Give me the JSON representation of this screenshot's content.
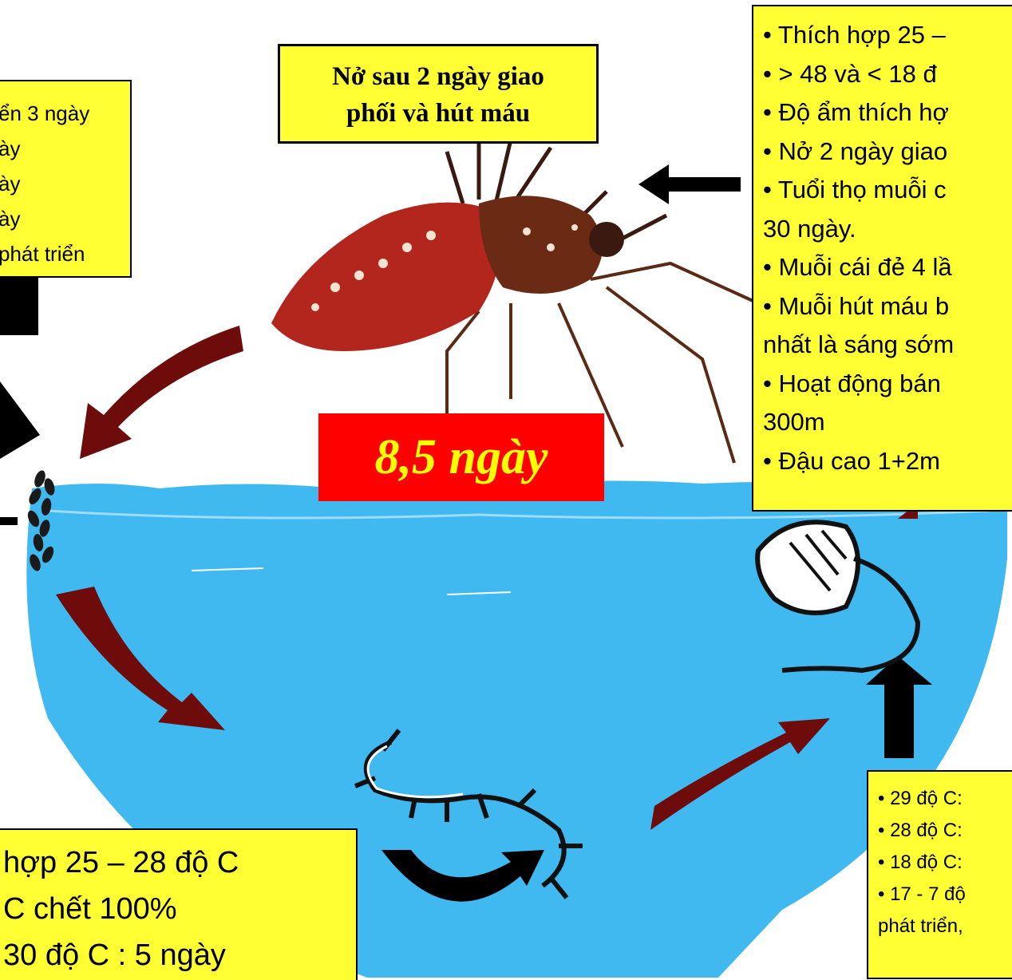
{
  "title_fragment": "",
  "mosquito_box": {
    "line1": "Nở sau 2 ngày giao",
    "line2": "phối  và hút máu"
  },
  "cycle_duration": "8,5 ngày",
  "left_box": {
    "lines": [
      "ển 3 ngày",
      "ày",
      "ày",
      "ày",
      "phát triển"
    ]
  },
  "right_top_box": {
    "lines": [
      "• Thích hợp 25 –",
      "• > 48 và < 18 đ",
      "• Độ ẩm thích hợ",
      "• Nở 2 ngày giao",
      "• Tuổi thọ muỗi c",
      "30 ngày.",
      "• Muỗi cái đẻ 4 lầ",
      "• Muỗi hút máu b",
      "nhất là sáng sớm",
      "• Hoạt động bán",
      "300m",
      "• Đậu cao 1+2m"
    ]
  },
  "bottom_left_box": {
    "lines": [
      "hợp 25 – 28 độ C",
      "C chết 100%",
      "30 độ C : 5 ngày"
    ]
  },
  "bottom_right_box": {
    "lines": [
      "• 29 độ C:",
      "• 28 độ C:",
      "• 18 độ C:",
      "• 17 - 7 độ",
      "phát triển,"
    ]
  },
  "colors": {
    "label_box": "#ffff33",
    "duration_box": "#ff0000",
    "duration_text": "#ffff00",
    "water": "#3fb9f0",
    "cycle_arrow": "#6e0b0b",
    "mosquito_body": "#b3261e"
  }
}
